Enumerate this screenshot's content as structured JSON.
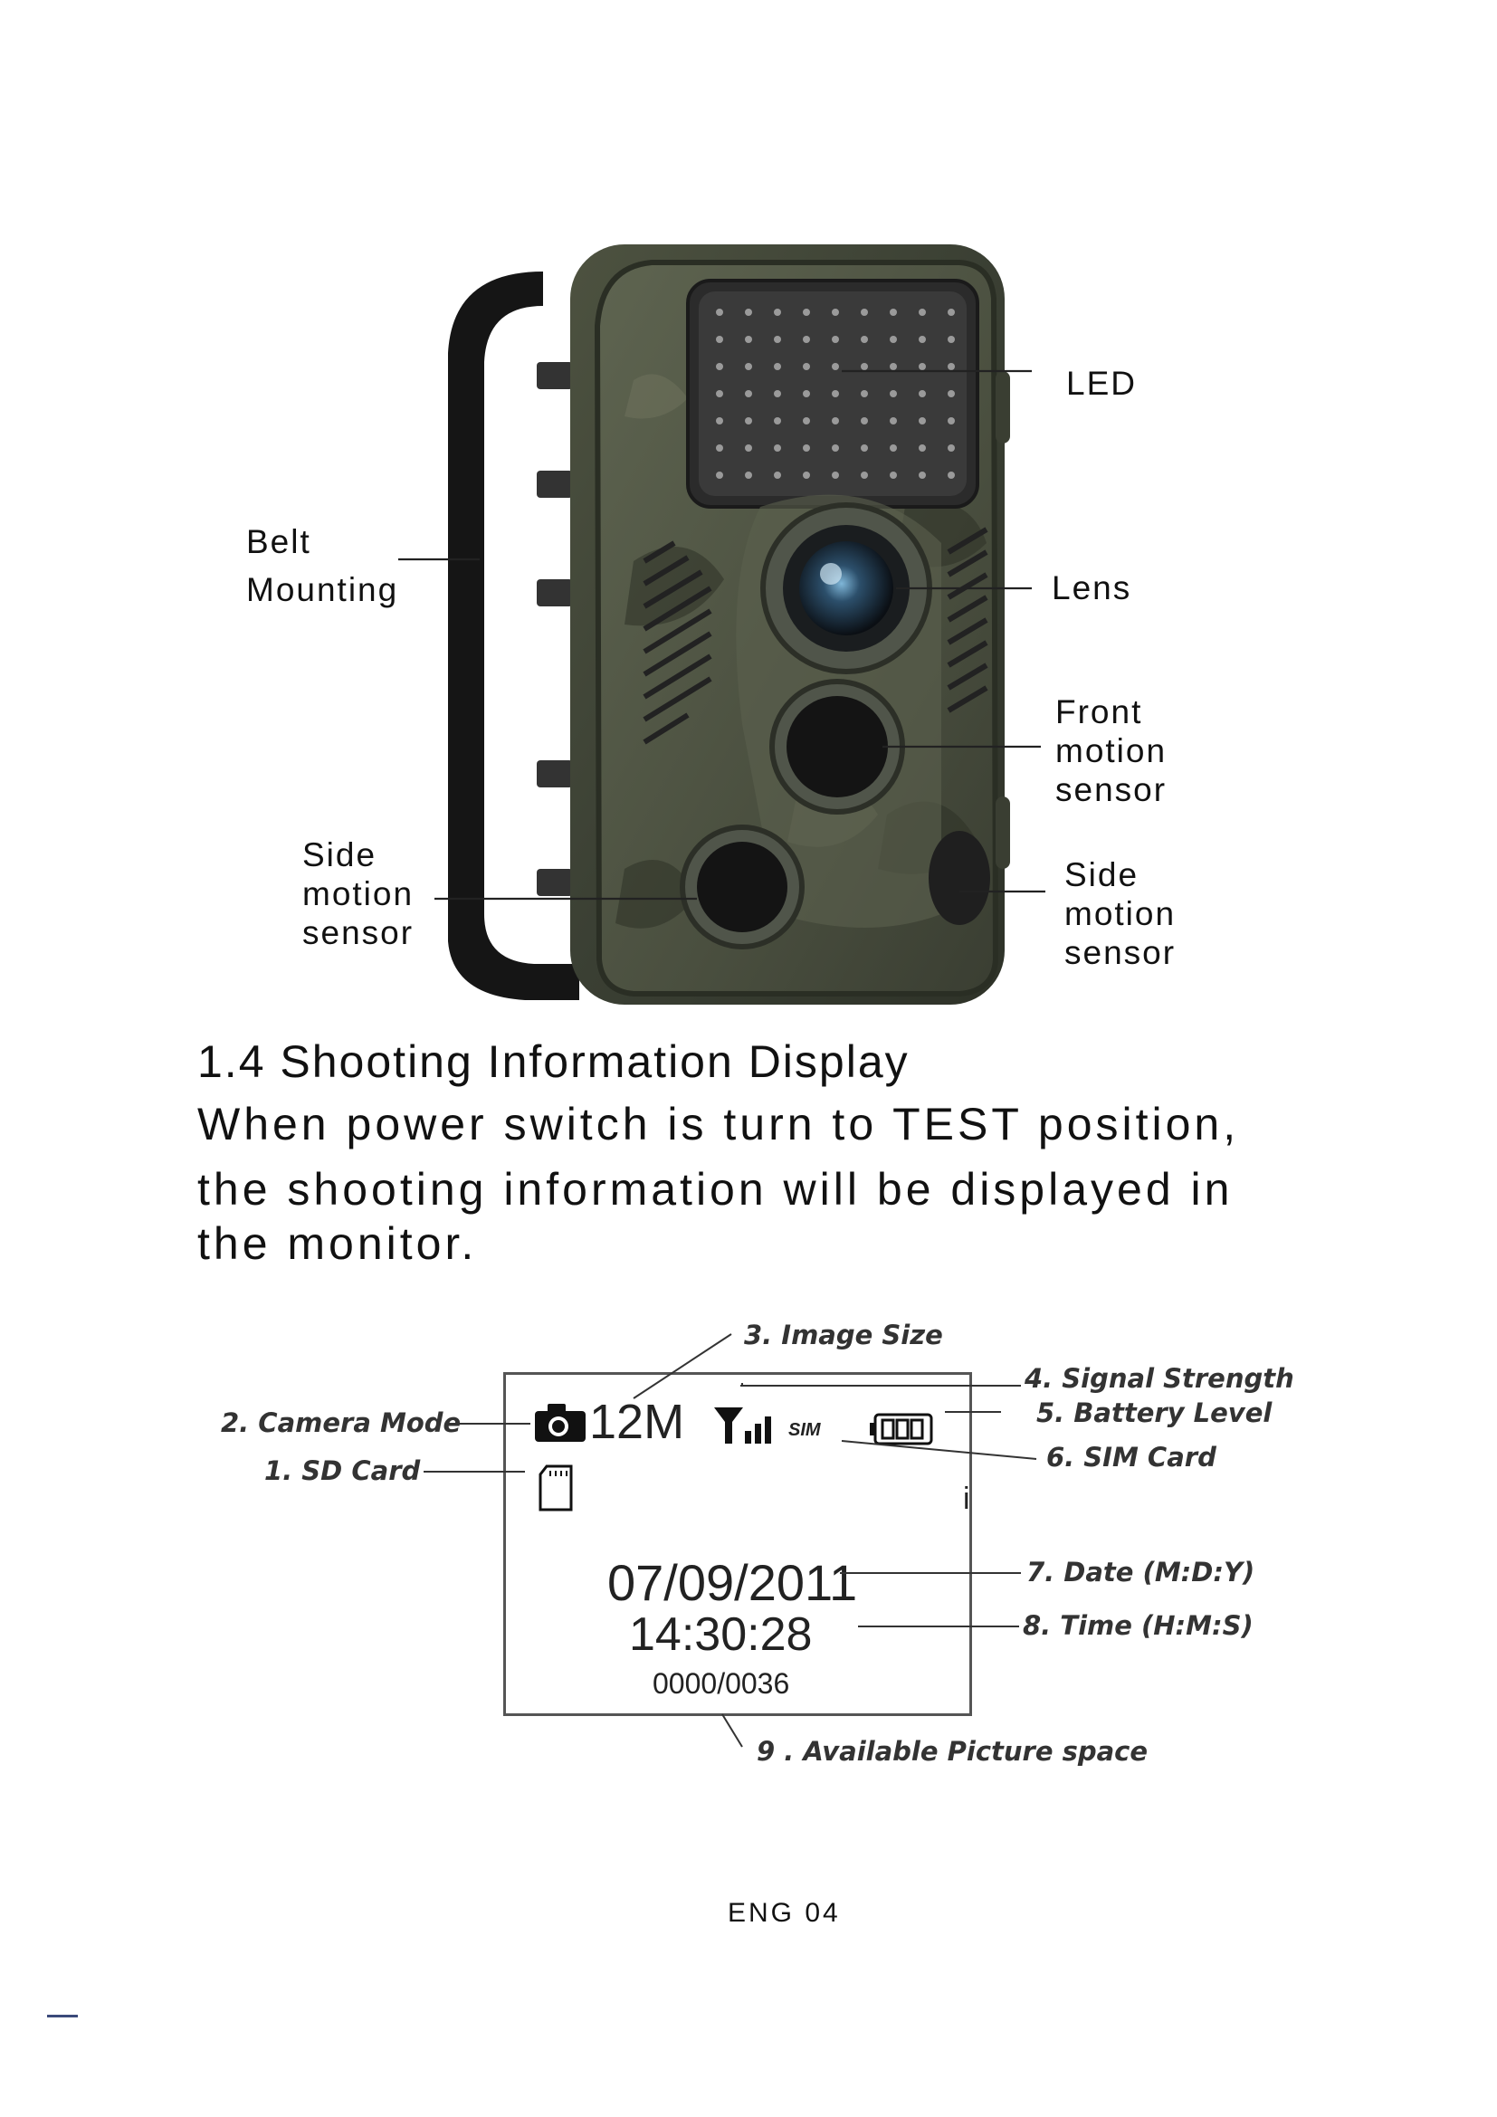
{
  "camera_labels": {
    "led": "LED",
    "belt_line1": "Belt",
    "belt_line2": "Mounting",
    "lens": "Lens",
    "front_line1": "Front",
    "front_line2": "motion",
    "front_line3": "sensor",
    "side_left_line1": "Side",
    "side_left_line2": "motion",
    "side_left_line3": "sensor",
    "side_right_line1": "Side",
    "side_right_line2": "motion",
    "side_right_line3": "sensor"
  },
  "section": {
    "heading": "1.4 Shooting Information Display",
    "line1": "When power switch is turn to TEST position,",
    "line2": "the shooting information will be displayed in",
    "line3": "the monitor."
  },
  "monitor": {
    "image_size": "12M",
    "sim": "SIM",
    "date": "07/09/2011",
    "time": "14:30:28",
    "picture_count": "0000/0036",
    "stray_mark": "i"
  },
  "callouts": {
    "image_size": "3. Image Size",
    "signal": "4. Signal Strength",
    "battery": "5. Battery Level",
    "camera_mode": "2. Camera Mode",
    "sd_card": "1. SD Card",
    "sim_card": "6. SIM Card",
    "date": "7. Date (M:D:Y)",
    "time": "8. Time (H:M:S)",
    "space": "9 . Available Picture space"
  },
  "footer": {
    "page": "ENG 04"
  }
}
